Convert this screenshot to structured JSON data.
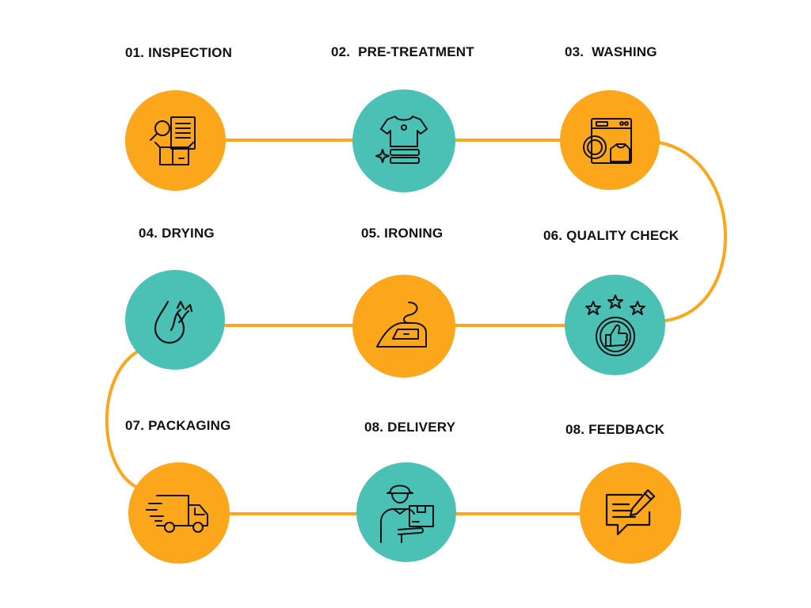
{
  "colors": {
    "orange": "#FBA61B",
    "teal": "#4BC1B6",
    "line": "#FBA61B",
    "icon_stroke": "#111111",
    "background": "#FFFFFF"
  },
  "steps": [
    {
      "label": "01. INSPECTION",
      "icon": "inspection-icon",
      "color": "orange"
    },
    {
      "label": "02.  PRE-TREATMENT",
      "icon": "pre-treatment-icon",
      "color": "teal"
    },
    {
      "label": "03.  WASHING",
      "icon": "washing-machine-icon",
      "color": "orange"
    },
    {
      "label": "04. DRYING",
      "icon": "drying-icon",
      "color": "teal"
    },
    {
      "label": "05. IRONING",
      "icon": "iron-icon",
      "color": "orange"
    },
    {
      "label": "06. QUALITY CHECK",
      "icon": "quality-check-icon",
      "color": "teal"
    },
    {
      "label": "07. PACKAGING",
      "icon": "delivery-truck-icon",
      "color": "orange"
    },
    {
      "label": "08. DELIVERY",
      "icon": "delivery-person-icon",
      "color": "teal"
    },
    {
      "label": "08. FEEDBACK",
      "icon": "feedback-icon",
      "color": "orange"
    }
  ]
}
